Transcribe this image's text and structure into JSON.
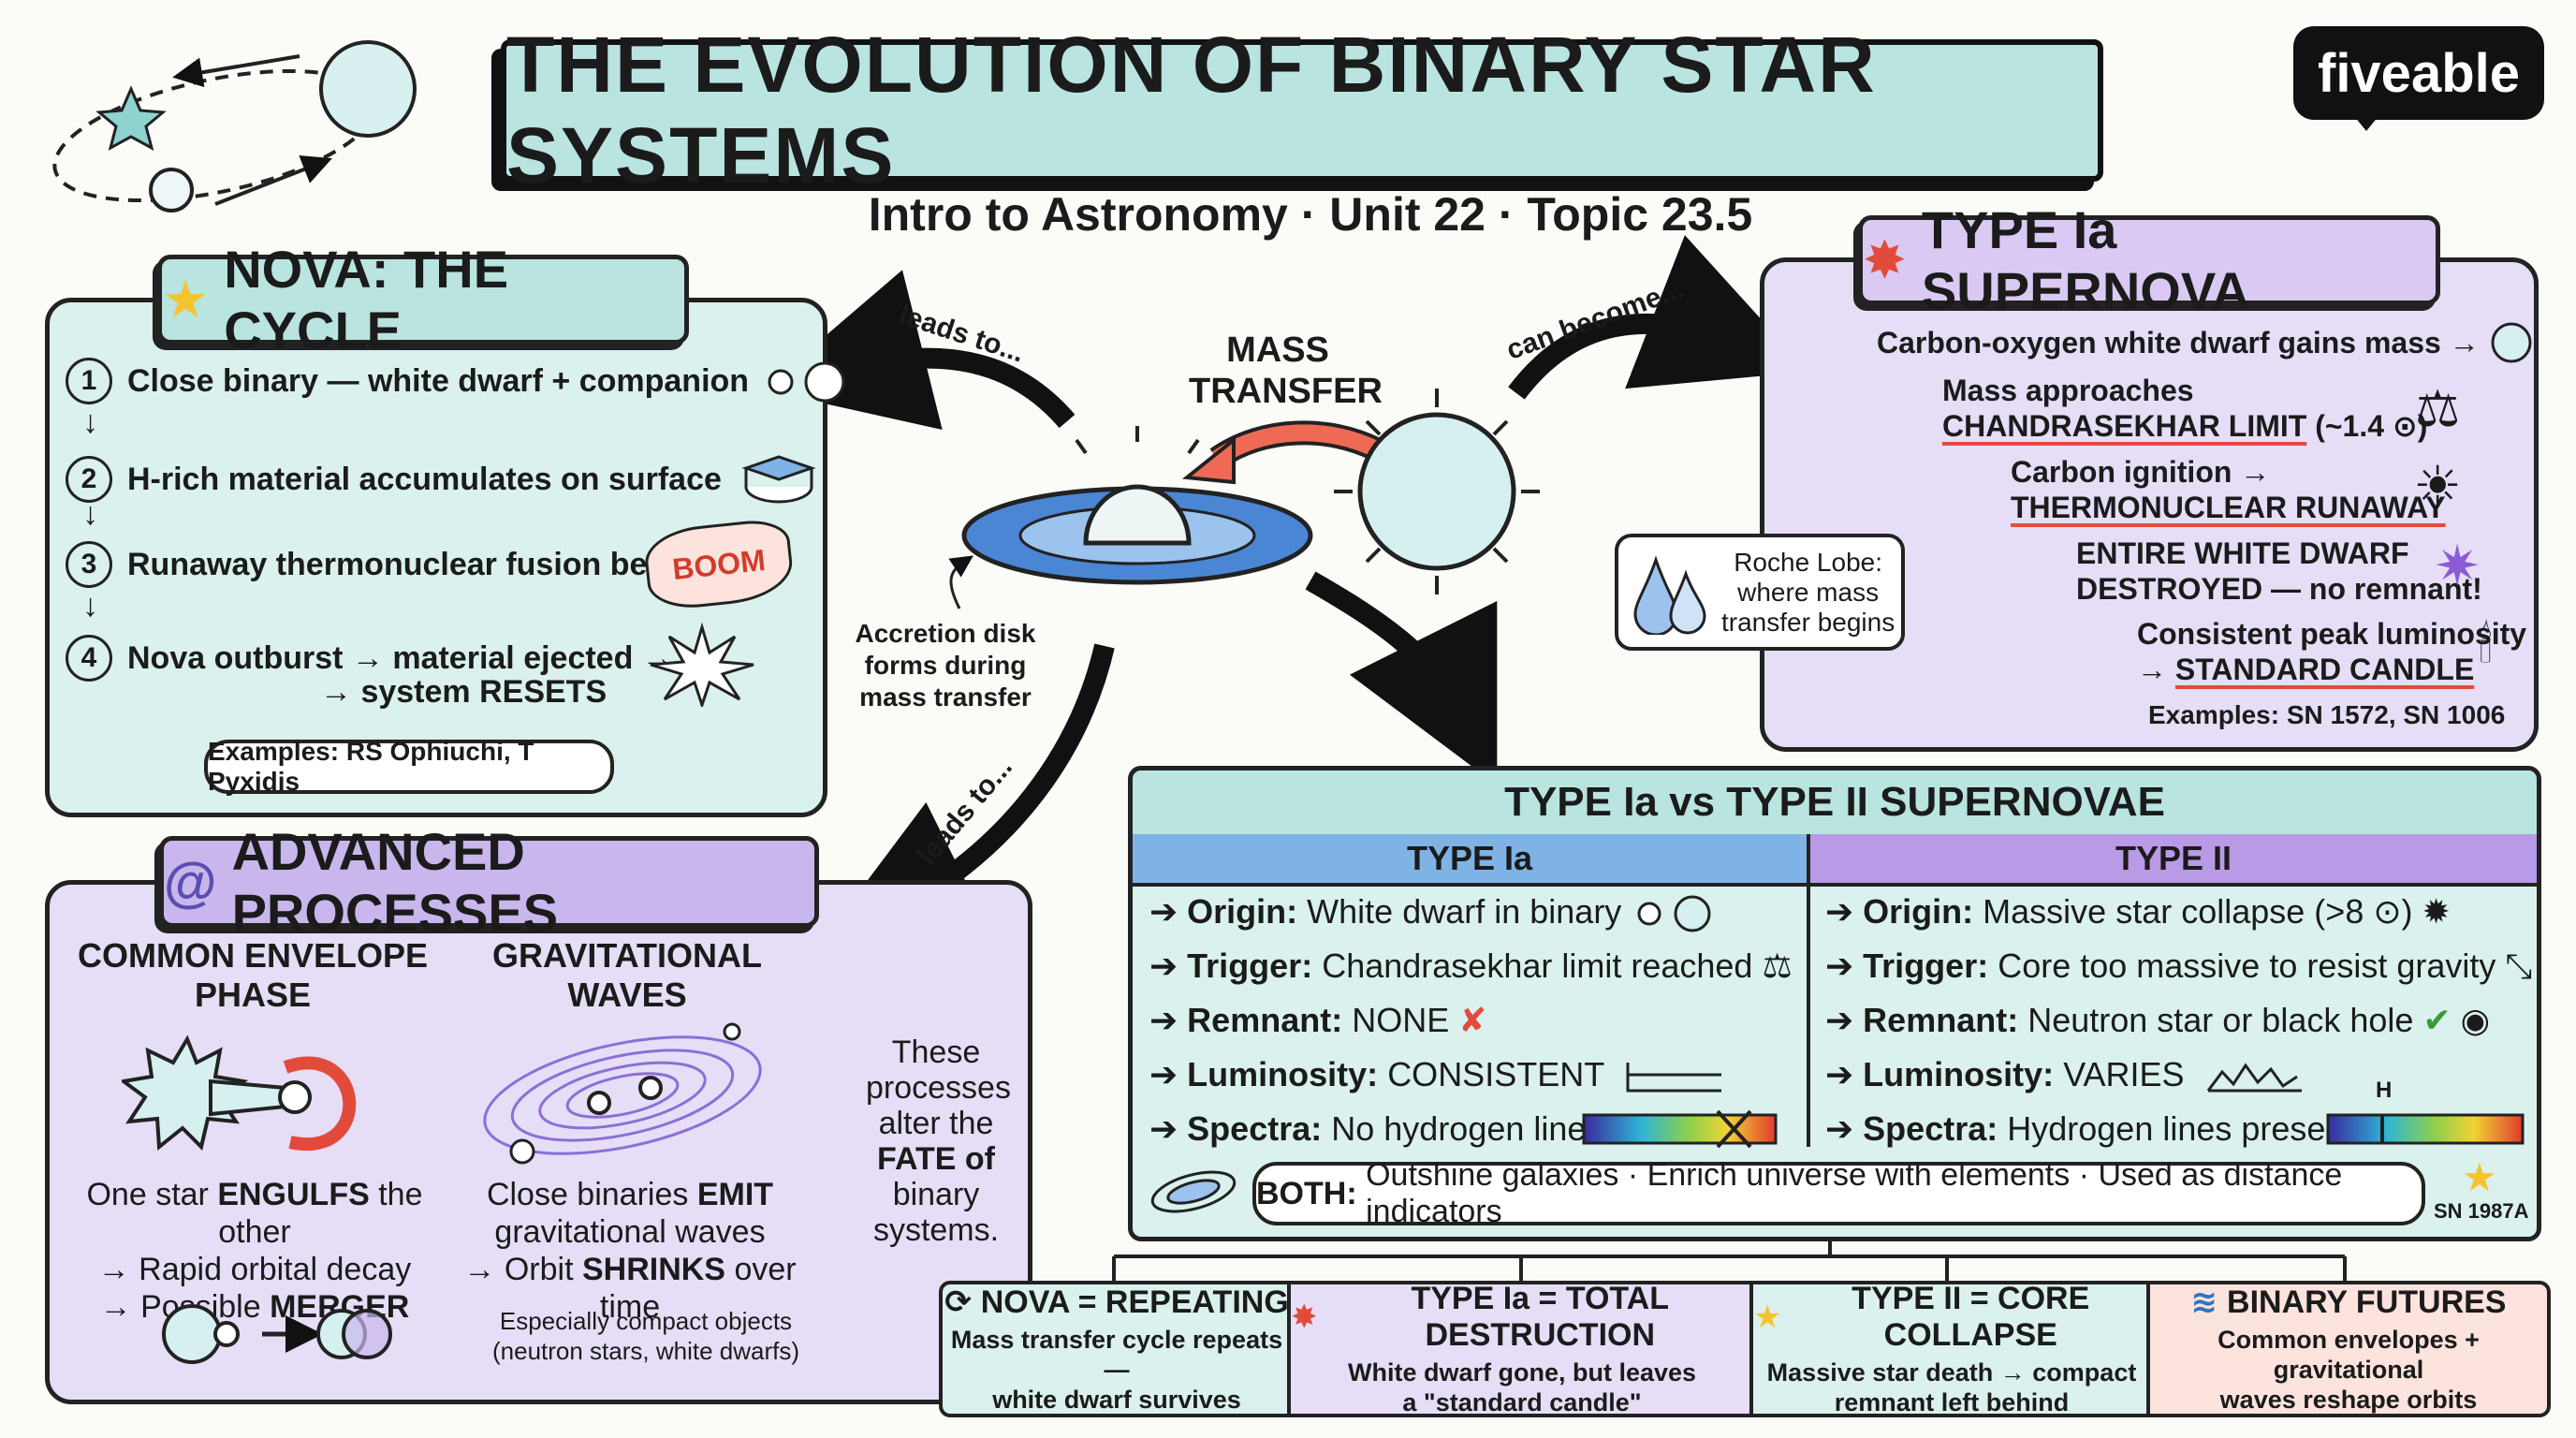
{
  "logo": "fiveable",
  "title": "THE EVOLUTION OF BINARY STAR SYSTEMS",
  "subtitle": "Intro to Astronomy · Unit 22 · Topic 23.5",
  "center": {
    "mass_transfer_1": "MASS",
    "mass_transfer_2": "TRANSFER",
    "leads_to_left": "leads to...",
    "can_become": "can become...",
    "leads_to_down": "leads to...",
    "accretion_1": "Accretion disk",
    "accretion_2": "forms during",
    "accretion_3": "mass transfer"
  },
  "nova": {
    "title": "NOVA: THE CYCLE",
    "steps": [
      {
        "num": "1",
        "text": "Close binary — white dwarf + companion"
      },
      {
        "num": "2",
        "text": "H-rich material accumulates on surface"
      },
      {
        "num": "3",
        "text": "Runaway thermonuclear fusion begins!"
      },
      {
        "num": "4",
        "text": "Nova outburst → material ejected →"
      }
    ],
    "step4_line2": "→ system RESETS",
    "boom": "BOOM",
    "examples": "Examples: RS Ophiuchi, T Pyxidis"
  },
  "supernova": {
    "title": "TYPE Ia SUPERNOVA",
    "line1": "Carbon-oxygen white dwarf gains mass →",
    "line2a": "Mass approaches",
    "line2b": "CHANDRASEKHAR LIMIT",
    "line2c": "(~1.4 ⊙)",
    "line3a": "Carbon ignition →",
    "line3b": "THERMONUCLEAR RUNAWAY",
    "line4a": "ENTIRE WHITE DWARF",
    "line4b": "DESTROYED — no remnant!",
    "line5a": "Consistent peak luminosity",
    "line5b": "→",
    "line5c": "STANDARD CANDLE",
    "examples": "Examples: SN 1572, SN 1006",
    "roche_1": "Roche Lobe:",
    "roche_2": "where mass",
    "roche_3": "transfer begins"
  },
  "advanced": {
    "title": "ADVANCED PROCESSES",
    "ce_title_1": "COMMON ENVELOPE",
    "ce_title_2": "PHASE",
    "ce_desc_1a": "One star ",
    "ce_desc_1b": "ENGULFS",
    "ce_desc_1c": " the other",
    "ce_desc_2": "→ Rapid orbital decay",
    "ce_desc_3a": "→ Possible ",
    "ce_desc_3b": "MERGER",
    "gw_title_1": "GRAVITATIONAL",
    "gw_title_2": "WAVES",
    "gw_desc_1a": "Close binaries ",
    "gw_desc_1b": "EMIT",
    "gw_desc_2": "gravitational waves",
    "gw_desc_3a": "→ Orbit ",
    "gw_desc_3b": "SHRINKS",
    "gw_desc_3c": " over time",
    "gw_note_1": "Especially compact objects",
    "gw_note_2": "(neutron stars, white dwarfs)",
    "fate": [
      "These",
      "processes",
      "alter the",
      "FATE of",
      "binary",
      "systems."
    ]
  },
  "comparison": {
    "title": "TYPE Ia vs TYPE II SUPERNOVAE",
    "col1": "TYPE Ia",
    "col2": "TYPE II",
    "rows_ia": [
      {
        "label": "Origin:",
        "text": "White dwarf in binary"
      },
      {
        "label": "Trigger:",
        "text": "Chandrasekhar limit reached"
      },
      {
        "label": "Remnant:",
        "text": "NONE"
      },
      {
        "label": "Luminosity:",
        "text": "CONSISTENT"
      },
      {
        "label": "Spectra:",
        "text": "No hydrogen lines"
      }
    ],
    "rows_ii": [
      {
        "label": "Origin:",
        "text": "Massive star collapse (>8 ⊙)"
      },
      {
        "label": "Trigger:",
        "text": "Core too massive to resist gravity"
      },
      {
        "label": "Remnant:",
        "text": "Neutron star or black hole"
      },
      {
        "label": "Luminosity:",
        "text": "VARIES"
      },
      {
        "label": "Spectra:",
        "text": "Hydrogen lines present"
      }
    ],
    "h_label": "H",
    "both_label": "BOTH:",
    "both_text": "Outshine galaxies · Enrich universe with elements · Used as distance indicators",
    "sn1987a": "SN 1987A"
  },
  "summary": [
    {
      "title": "NOVA = REPEATING",
      "desc1": "Mass transfer cycle repeats —",
      "desc2": "white dwarf survives",
      "color": "#daf1ee"
    },
    {
      "title": "TYPE Ia = TOTAL DESTRUCTION",
      "desc1": "White dwarf gone, but leaves",
      "desc2": "a \"standard candle\"",
      "color": "#e6ddf6"
    },
    {
      "title": "TYPE II = CORE COLLAPSE",
      "desc1": "Massive star death → compact",
      "desc2": "remnant left behind",
      "color": "#daf1ee"
    },
    {
      "title": "BINARY FUTURES",
      "desc1": "Common envelopes + gravitational",
      "desc2": "waves reshape orbits",
      "color": "#fde3dd"
    }
  ],
  "colors": {
    "teal": "#b9e4e0",
    "lavender": "#e6ddf6",
    "accent_red": "#e24b3b",
    "disk_blue": "#4a86d4"
  }
}
